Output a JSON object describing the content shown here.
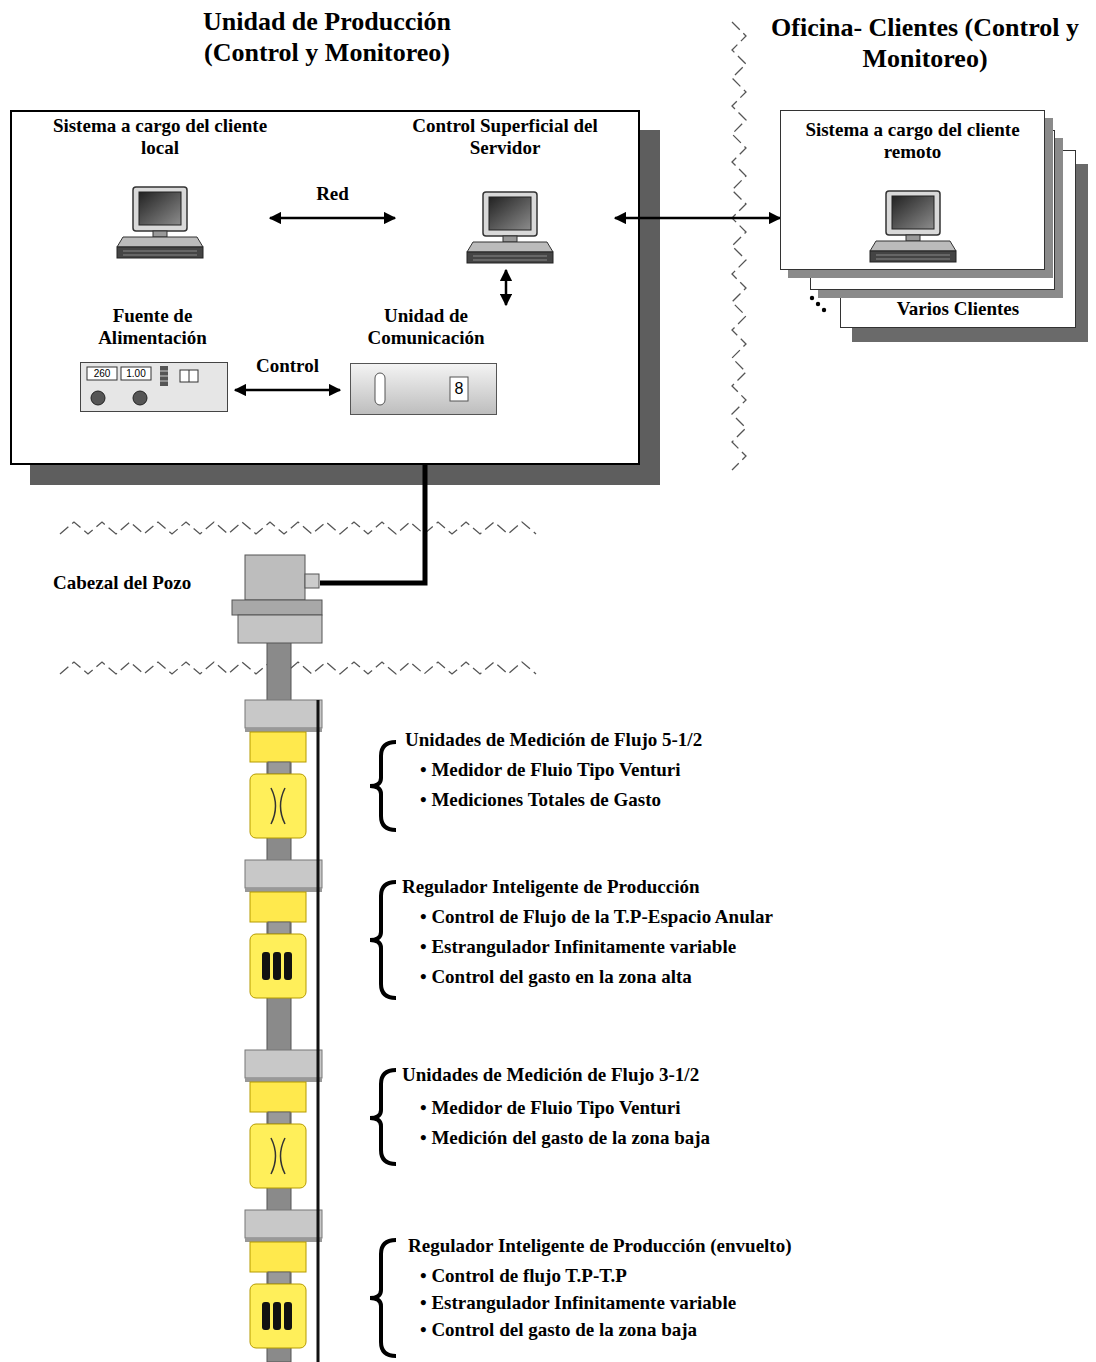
{
  "diagram": {
    "nodes": [
      {
        "text": [
          "Unidad de Producción (Control y Monitoreo)"
        ]
      },
      {
        "text": [
          "Sistema a cargo del cliente local"
        ],
        "in": 0
      },
      {
        "text": [
          "Control Superficial del Servidor"
        ],
        "in": 0
      },
      {
        "text": [
          "Fuente de Alimentación"
        ],
        "in": 0
      },
      {
        "text": [
          "Unidad de Comunicación"
        ],
        "in": 0
      },
      {
        "text": [
          "Sistema a cargo del cliente remoto"
        ]
      },
      {
        "text": [
          "Varios Clientes"
        ]
      },
      {
        "text": [
          "Cabezal del Pozo"
        ]
      }
    ],
    "edges": [
      {
        "from": 1,
        "to": 2,
        "arrow": "both",
        "label": "Red"
      },
      {
        "from": 2,
        "to": 5,
        "arrow": "both"
      },
      {
        "from": 3,
        "to": 4,
        "arrow": "both",
        "label": "Control"
      },
      {
        "from": 2,
        "to": 4,
        "arrow": "both"
      },
      {
        "from": 0,
        "to": 7,
        "arrow": "none"
      }
    ],
    "labels": [
      "Oficina- Clientes (Control y Monitoreo)",
      "260",
      "1.00",
      "8",
      "Unidades de Medición de Flujo 5-1/2",
      "• Medidor de Fluio Tipo Venturi",
      "• Mediciones Totales de Gasto",
      "Regulador Inteligente de Producción",
      "• Control de Flujo de la T.P-Espacio Anular",
      "• Estrangulador Infinitamente variable",
      "• Control del gasto en la zona alta",
      "Unidades de Medición de Flujo 3-1/2",
      "• Medidor de Fluio Tipo Venturi",
      "• Medición del gasto de la zona baja",
      "Regulador Inteligente de Producción (envuelto)",
      "• Control de flujo T.P-T.P",
      "• Estrangulador Infinitamente variable",
      "• Control del gasto de la zona baja"
    ]
  }
}
